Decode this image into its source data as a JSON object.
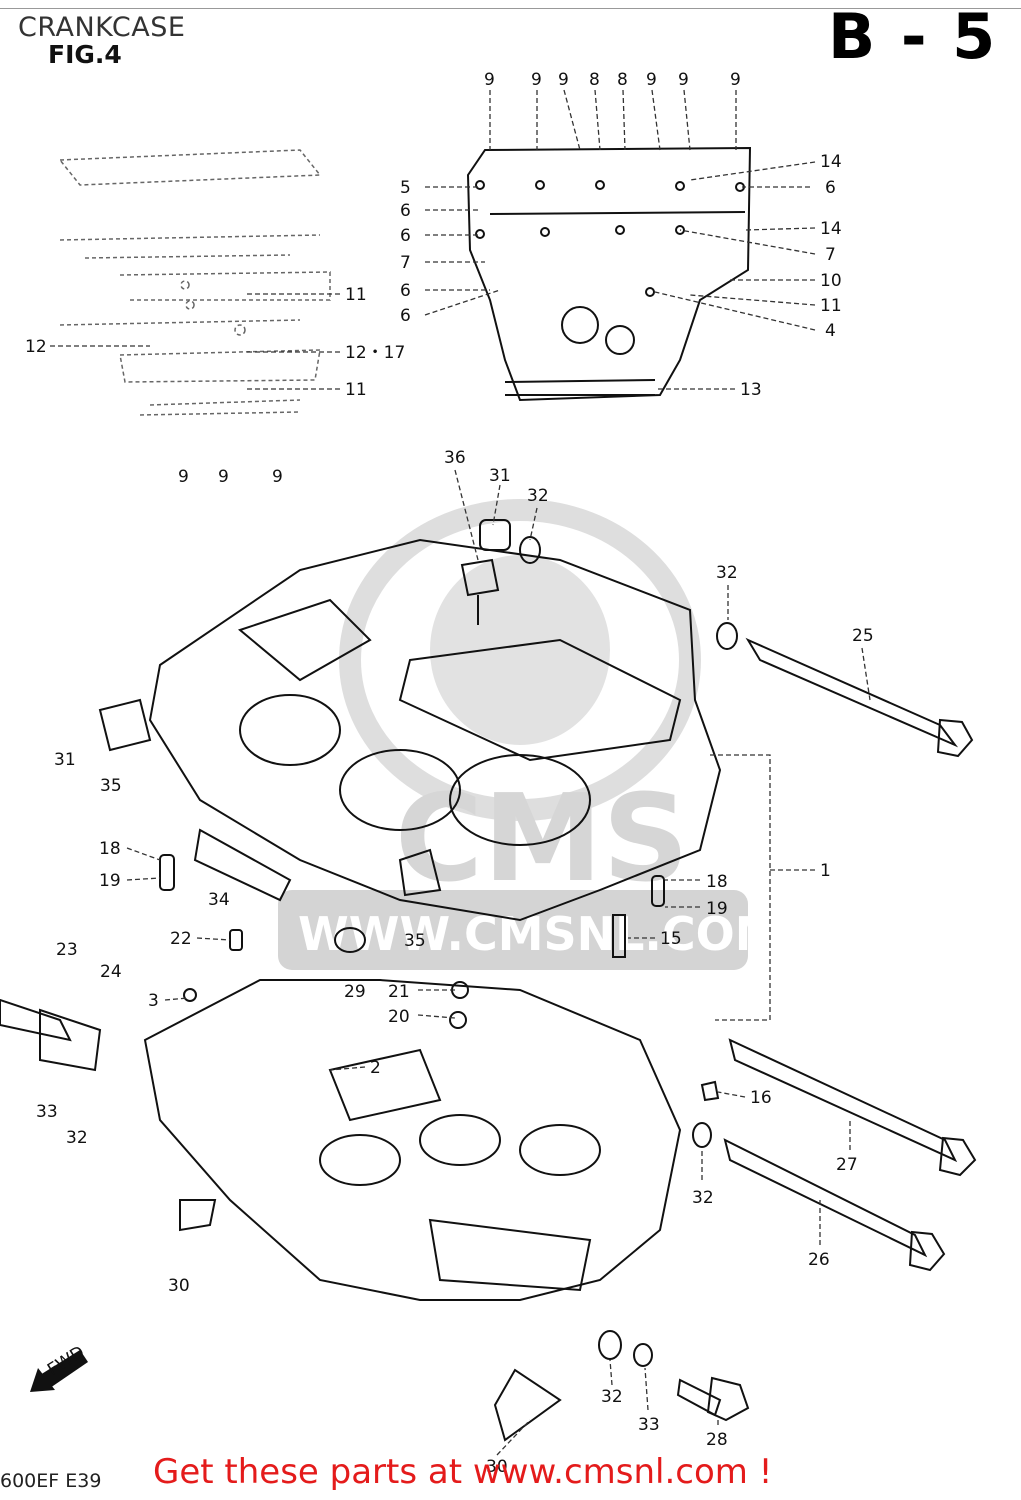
{
  "header": {
    "title": "CRANKCASE",
    "fig_label": "FIG.4",
    "section_code": "B - 5"
  },
  "footer": {
    "cta": "Get these parts at www.cmsnl.com !",
    "model_code": "600EF E39"
  },
  "watermark": {
    "brand": "CMS",
    "url": "WWW.CMSNL.COM"
  },
  "callouts": {
    "c9a": "9",
    "c9b": "9",
    "c9c": "9",
    "c8a": "8",
    "c8b": "8",
    "c9d": "9",
    "c9e": "9",
    "c9f": "9",
    "c14a": "14",
    "c5": "5",
    "c6a": "6",
    "c6b": "6",
    "c6c": "6",
    "c14b": "14",
    "c7a": "7",
    "c7b": "7",
    "c10": "10",
    "c6d": "6",
    "c11a": "11",
    "c6e": "6",
    "c11b": "11",
    "c4": "4",
    "c12": "12",
    "c1217": "12・17",
    "c11c": "11",
    "c13": "13",
    "c9g": "9",
    "c9h": "9",
    "c9i": "9",
    "c36": "36",
    "c31a": "31",
    "c32a": "32",
    "c32b": "32",
    "c25": "25",
    "c31b": "31",
    "c35a": "35",
    "c18a": "18",
    "c19a": "19",
    "c34": "34",
    "c1": "1",
    "c18b": "18",
    "c19b": "19",
    "c22": "22",
    "c35b": "35",
    "c15": "15",
    "c23": "23",
    "c24": "24",
    "c29": "29",
    "c21": "21",
    "c3": "3",
    "c20": "20",
    "c2": "2",
    "c16": "16",
    "c33a": "33",
    "c32c": "32",
    "c27": "27",
    "c32d": "32",
    "c26": "26",
    "c30a": "30",
    "c32e": "32",
    "c33b": "33",
    "c28": "28",
    "c30b": "30",
    "fwd": "FWD"
  },
  "colors": {
    "ink": "#111111",
    "watermark": "#d9d9d9",
    "cta": "#e41b1b"
  }
}
